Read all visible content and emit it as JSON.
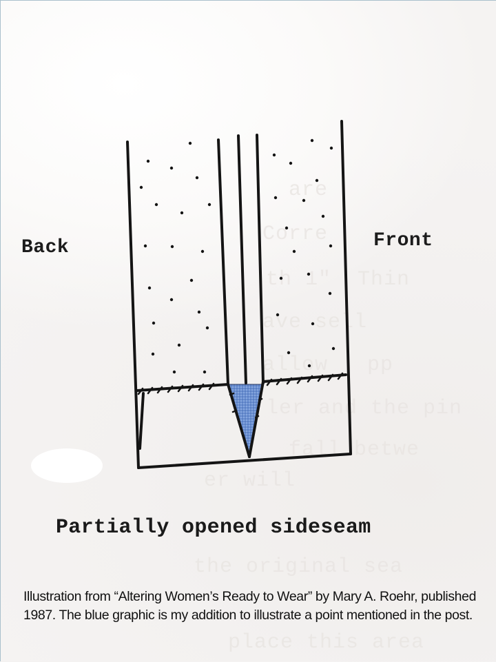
{
  "diagram": {
    "labels": {
      "back": "Back",
      "front": "Front"
    },
    "title": "Partially opened sideseam",
    "highlight_color": "#6a8fd0",
    "line_color": "#141414"
  },
  "caption": {
    "text": "Illustration from “Altering Women’s Ready to Wear”  by Mary A. Roehr, published 1987.  The blue graphic is my addition to illustrate a point mentioned in the post."
  }
}
